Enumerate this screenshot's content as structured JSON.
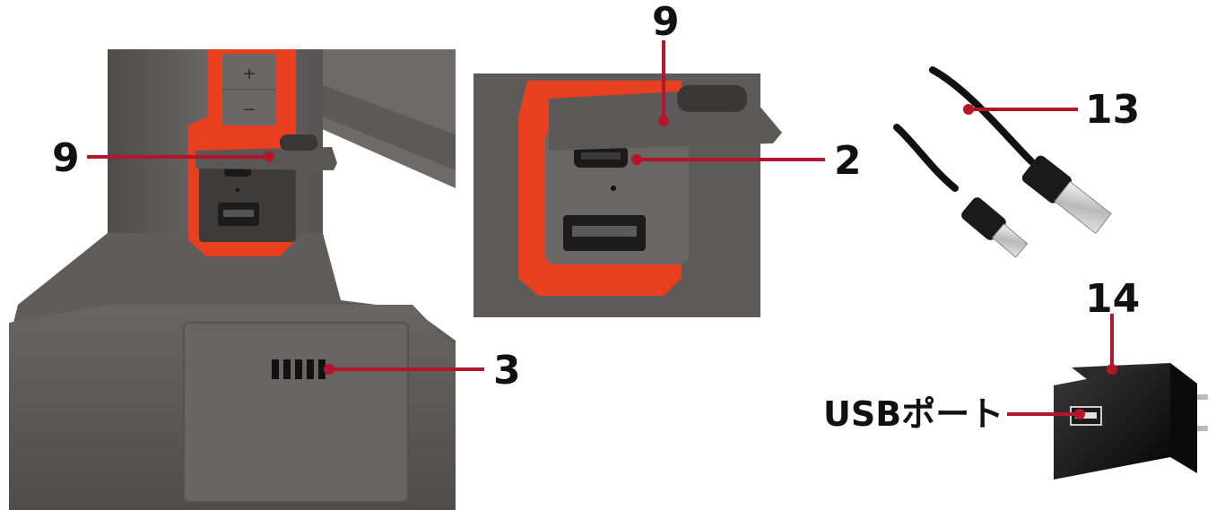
{
  "callouts": {
    "label_9_left": "9",
    "label_9_top": "9",
    "label_2": "2",
    "label_3": "3",
    "label_13": "13",
    "label_14": "14",
    "label_usb_port": "USBポート"
  },
  "device": {
    "plus_label": "+",
    "minus_label": "−"
  },
  "colors": {
    "body_gray": "#5e5b5a",
    "body_dark": "#4a4847",
    "accent_orange": "#e8401f",
    "leader_red": "#b3162a",
    "cable_black": "#111111"
  }
}
